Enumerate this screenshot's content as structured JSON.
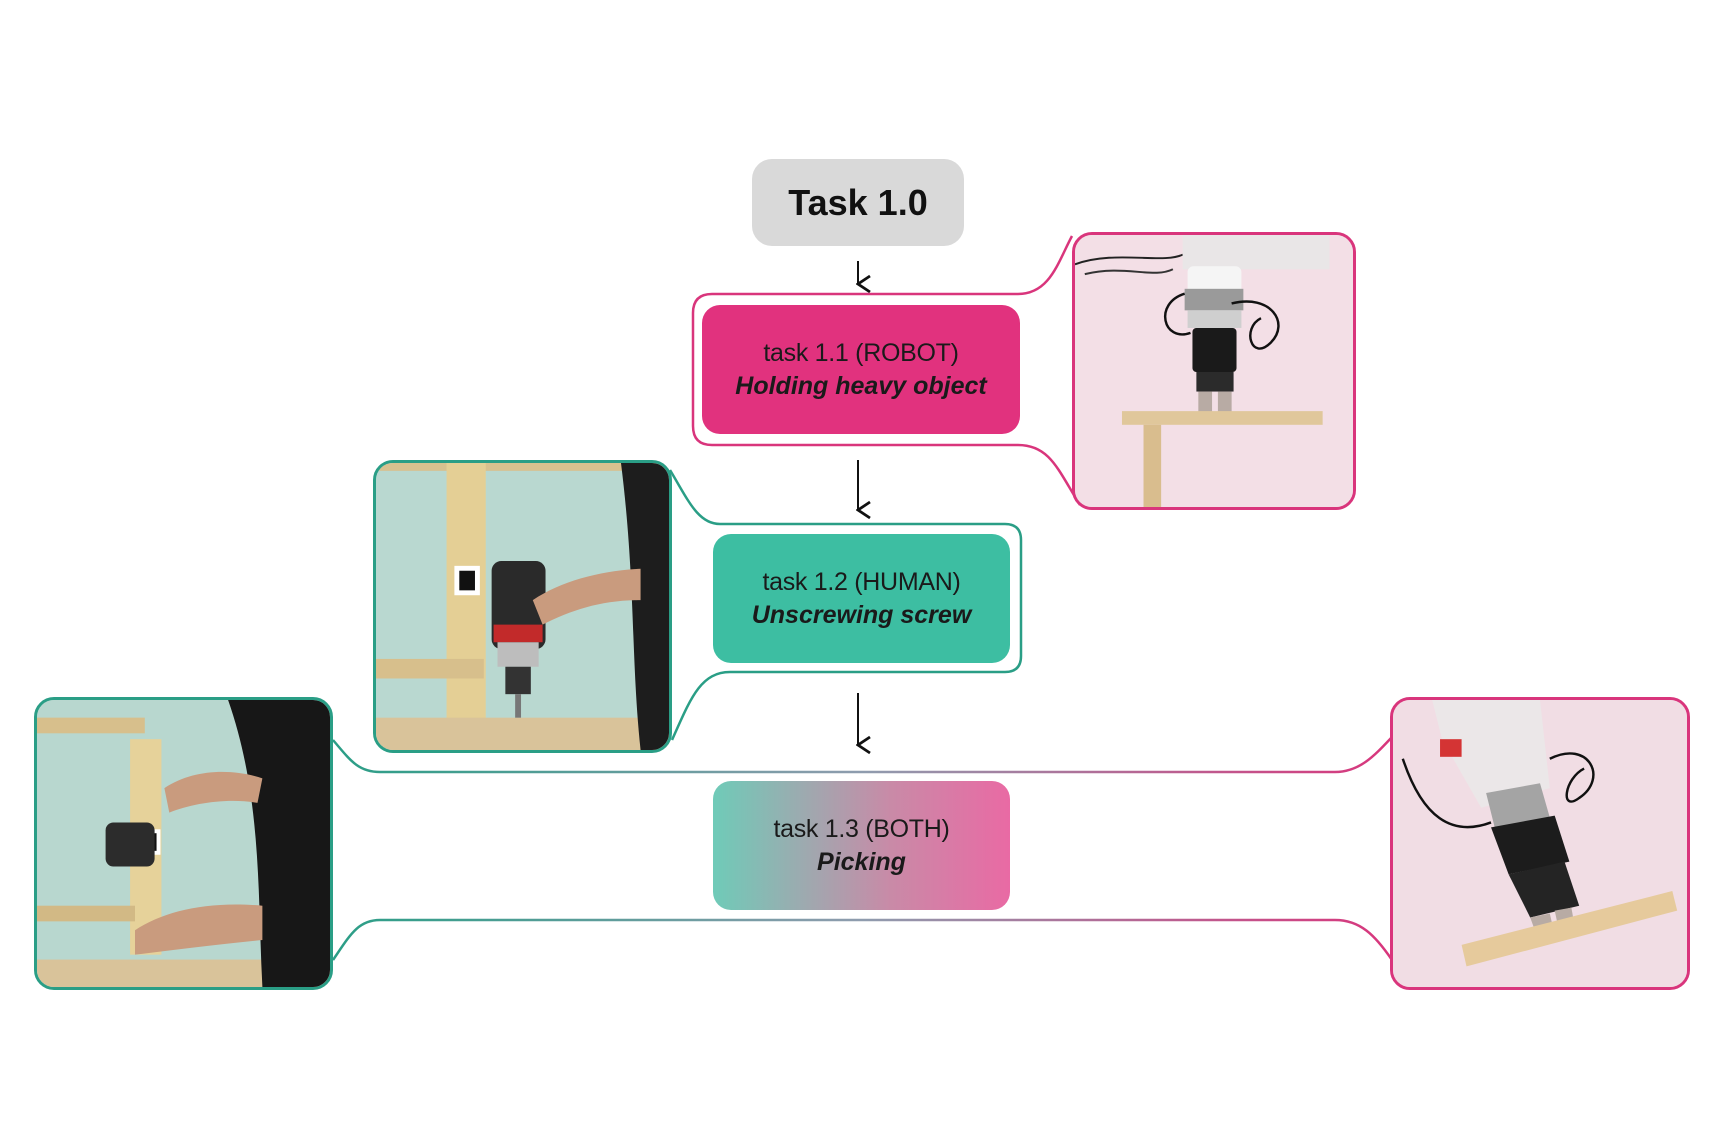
{
  "root": {
    "label": "Task 1.0"
  },
  "tasks": [
    {
      "id": "robot",
      "line1": "task 1.1 (ROBOT)",
      "line2": "Holding heavy object",
      "color": "#e1327e"
    },
    {
      "id": "human",
      "line1": "task 1.2 (HUMAN)",
      "line2": "Unscrewing screw",
      "color": "#3dbea2"
    },
    {
      "id": "both",
      "line1": "task 1.3 (BOTH)",
      "line2": "Picking",
      "color_from": "#6fcbb8",
      "color_to": "#e96aa4"
    }
  ],
  "photos": [
    {
      "name": "robot-holding-wood-photo",
      "depicts": "robot-gripper"
    },
    {
      "name": "human-drilling-photo",
      "depicts": "hand-drill"
    },
    {
      "name": "human-both-photo",
      "depicts": "hand-drill"
    },
    {
      "name": "robot-picking-photo",
      "depicts": "robot-gripper"
    }
  ],
  "colors": {
    "robot": "#d9357c",
    "human": "#2a9e86",
    "root": "#d9d9d9"
  }
}
